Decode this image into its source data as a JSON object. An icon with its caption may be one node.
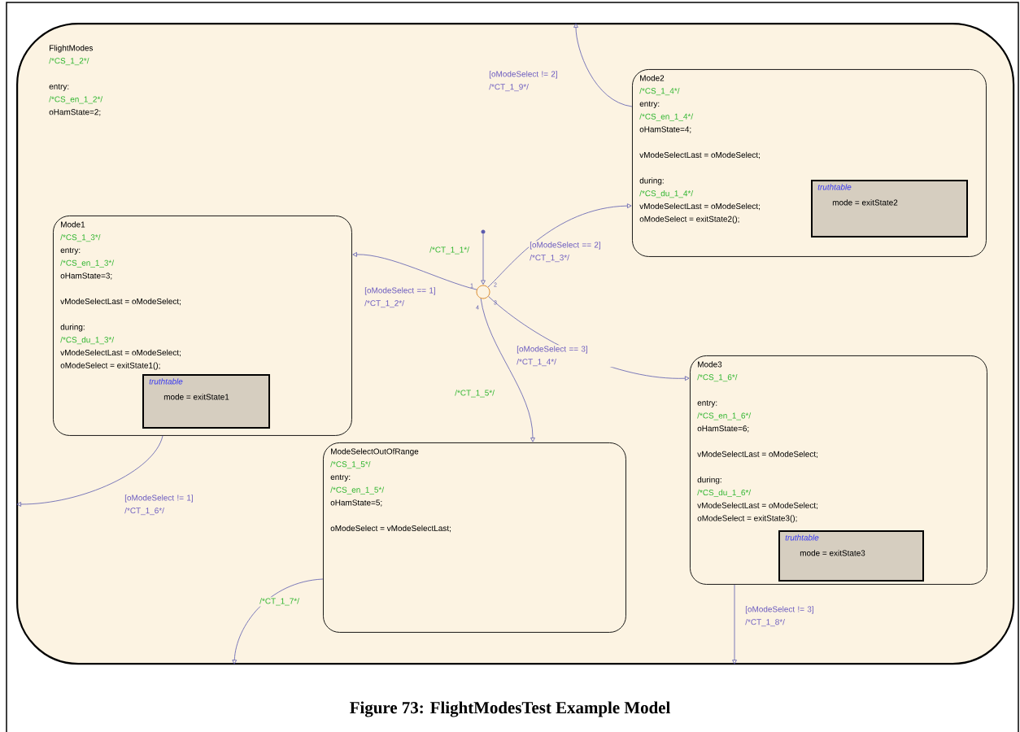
{
  "diagram": {
    "caption": "Figure 73: FlightModesTest Example Model",
    "nodes": [
      {
        "text": [
          "FlightModes",
          "/*CS_1_2*/",
          "entry:",
          "/*CS_en_1_2*/",
          "oHamState=2;"
        ]
      },
      {
        "text": [
          "Mode1",
          "/*CS_1_3*/",
          "entry:",
          "/*CS_en_1_3*/",
          "oHamState=3;",
          "vModeSelectLast = oModeSelect;",
          "during:",
          "/*CS_du_1_3*/",
          "vModeSelectLast = oModeSelect;",
          "oModeSelect = exitState1();"
        ],
        "in": 0
      },
      {
        "text": [
          "truthtable",
          "mode = exitState1"
        ],
        "in": 1
      },
      {
        "text": [
          "Mode2",
          "/*CS_1_4*/",
          "entry:",
          "/*CS_en_1_4*/",
          "oHamState=4;",
          "vModeSelectLast = oModeSelect;",
          "during:",
          "/*CS_du_1_4*/",
          "vModeSelectLast = oModeSelect;",
          "oModeSelect = exitState2();"
        ],
        "in": 0
      },
      {
        "text": [
          "truthtable",
          "mode = exitState2"
        ],
        "in": 3
      },
      {
        "text": [
          "Mode3",
          "/*CS_1_6*/",
          "entry:",
          "/*CS_en_1_6*/",
          "oHamState=6;",
          "vModeSelectLast = oModeSelect;",
          "during:",
          "/*CS_du_1_6*/",
          "vModeSelectLast = oModeSelect;",
          "oModeSelect = exitState3();"
        ],
        "in": 0
      },
      {
        "text": [
          "truthtable",
          "mode = exitState3"
        ],
        "in": 5
      },
      {
        "text": [
          "ModeSelectOutOfRange",
          "/*CS_1_5*/",
          "entry:",
          "/*CS_en_1_5*/",
          "oHamState=5;",
          "oModeSelect = vModeSelectLast;"
        ],
        "in": 0
      },
      {
        "text": [],
        "shape": "circle",
        "in": 0,
        "beside": [
          "1",
          "2",
          "3",
          "4"
        ]
      },
      {
        "text": [],
        "shape": "circle",
        "in": 0
      }
    ],
    "edges": [
      {
        "from": 9,
        "to": 8,
        "arrow": "to",
        "label": "/*CT_1_1*/"
      },
      {
        "from": 8,
        "to": 1,
        "arrow": "to",
        "label": "[oModeSelect == 1] /*CT_1_2*/"
      },
      {
        "from": 8,
        "to": 3,
        "arrow": "to",
        "label": "[oModeSelect == 2] /*CT_1_3*/"
      },
      {
        "from": 8,
        "to": 5,
        "arrow": "to",
        "label": "[oModeSelect == 3] /*CT_1_4*/"
      },
      {
        "from": 8,
        "to": 7,
        "arrow": "to",
        "label": "/*CT_1_5*/"
      },
      {
        "from": 1,
        "to": 0,
        "arrow": "to",
        "label": "[oModeSelect != 1] /*CT_1_6*/"
      },
      {
        "from": 7,
        "to": 0,
        "arrow": "to",
        "label": "/*CT_1_7*/"
      },
      {
        "from": 5,
        "to": 0,
        "arrow": "to",
        "label": "[oModeSelect != 3] /*CT_1_8*/"
      },
      {
        "from": 3,
        "to": 0,
        "arrow": "to",
        "label": "[oModeSelect != 2] /*CT_1_9*/"
      }
    ]
  }
}
